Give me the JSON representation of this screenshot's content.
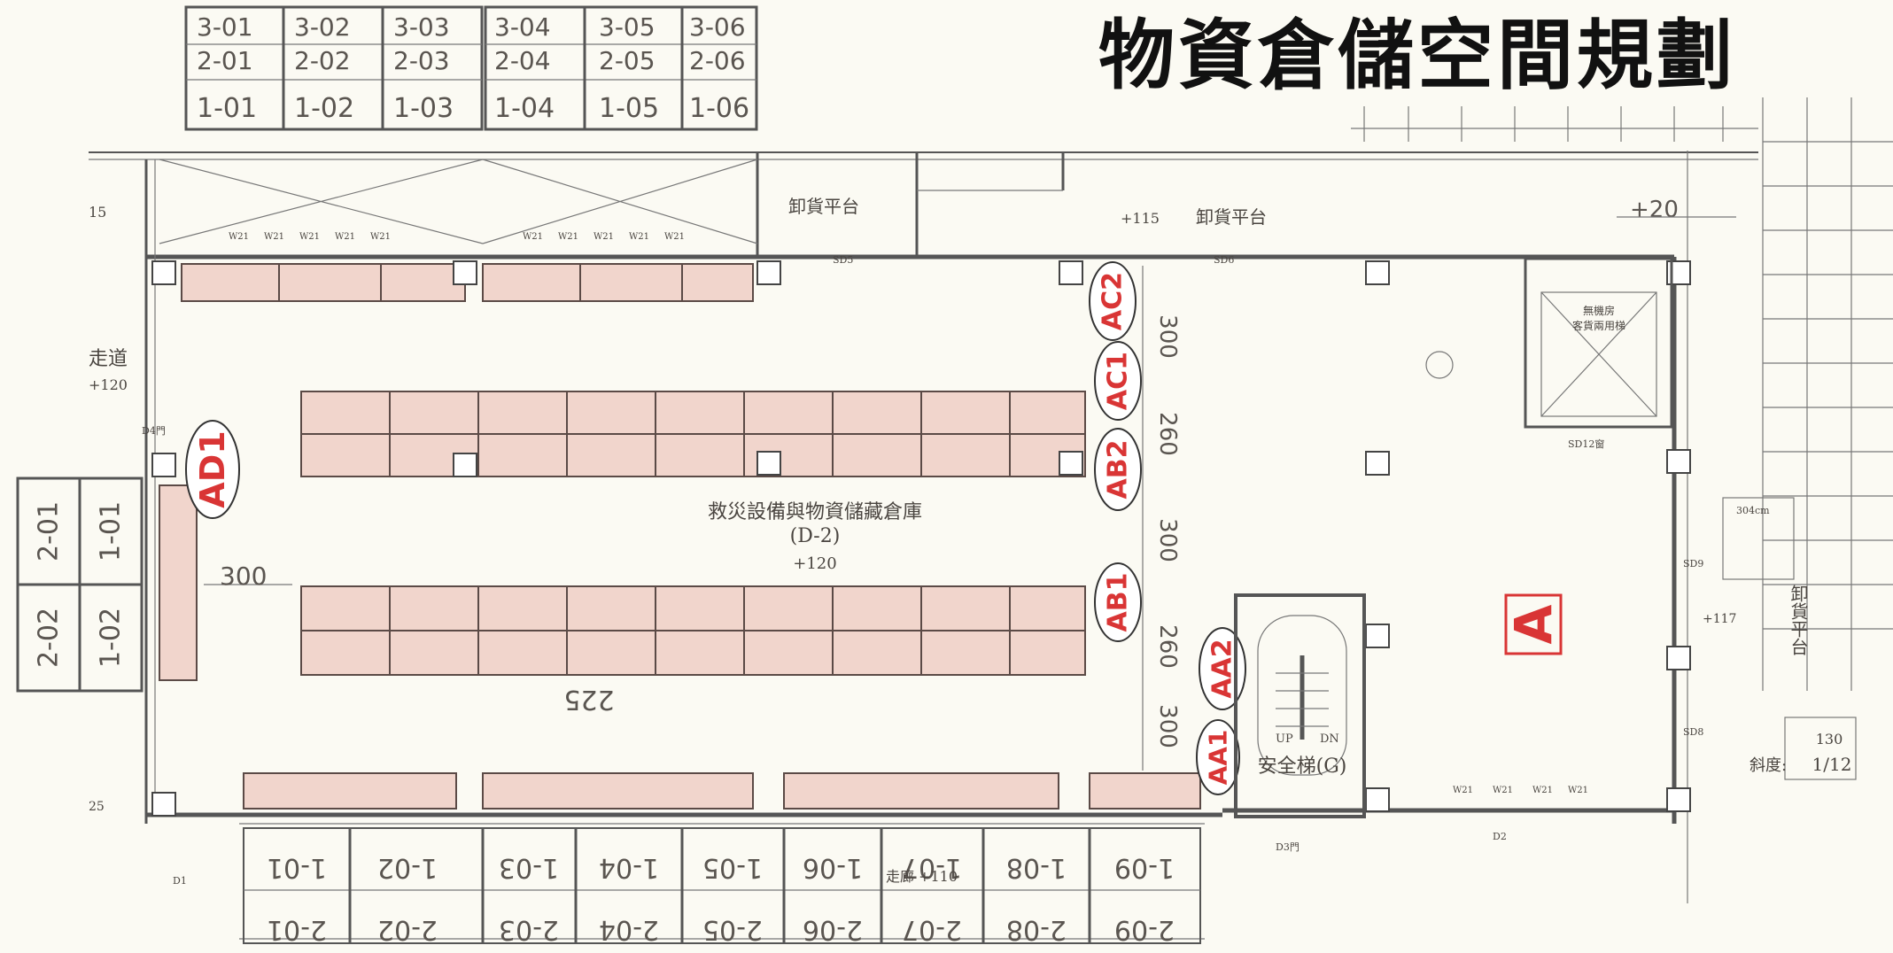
{
  "title": "物資倉儲空間規劃",
  "room": {
    "name": "救災設備與物資儲藏倉庫",
    "code": "(D-2)",
    "level": "+120"
  },
  "zone_label": "A",
  "rack_codes": [
    "AD1",
    "AC2",
    "AC1",
    "AB2",
    "AB1",
    "AA2",
    "AA1"
  ],
  "top_slots": {
    "left": {
      "row3": [
        "3-01",
        "3-02",
        "3-03"
      ],
      "row2": [
        "2-01",
        "2-02",
        "2-03"
      ],
      "row1": [
        "1-01",
        "1-02",
        "1-03"
      ]
    },
    "right": {
      "row3": [
        "3-04",
        "3-05",
        "3-06"
      ],
      "row2": [
        "2-04",
        "2-05",
        "2-06"
      ],
      "row1": [
        "1-04",
        "1-05",
        "1-06"
      ]
    }
  },
  "left_slots": {
    "row_a": [
      "2-01",
      "1-01"
    ],
    "row_b": [
      "2-02",
      "1-02"
    ]
  },
  "bottom_slots": {
    "row1": [
      "1-01",
      "1-02",
      "1-03",
      "1-04",
      "1-05",
      "1-06",
      "1-07",
      "1-08",
      "1-09"
    ],
    "row2": [
      "2-01",
      "2-02",
      "2-03",
      "2-04",
      "2-05",
      "2-06",
      "2-07",
      "2-08",
      "2-09"
    ]
  },
  "dimensions": {
    "left_gap": "300",
    "aisle_width": "225",
    "right_gaps": [
      "300",
      "260",
      "300",
      "260",
      "300"
    ]
  },
  "labels": {
    "unloading_platform": "卸貨平台",
    "unloading_level": "+115",
    "right_level": "+20",
    "corridor": "走道",
    "corridor_level": "+120",
    "walkway": "走廊 +110",
    "stair": "安全梯(G)",
    "up": "UP",
    "dn": "DN",
    "right_room_level": "+117",
    "elevator": "無機房",
    "elevator2": "客貨兩用梯",
    "slope_label": "斜度:",
    "slope_value": "1/12",
    "slope_num": "130",
    "dim_304": "304cm",
    "left_15": "15",
    "left_25": "25",
    "right_platform": "卸貨平台"
  },
  "tags": {
    "w21": "W21",
    "sd5": "SD5",
    "sd6": "SD6",
    "sd8": "SD8",
    "sd9": "SD9",
    "sd12": "SD12窗",
    "d1": "D1",
    "d2": "D2",
    "d3": "D3門",
    "d4": "D4門"
  },
  "colors": {
    "rack_fill": "#f1d5cc",
    "accent_red": "#d93535",
    "paper": "#fbfaf3"
  }
}
